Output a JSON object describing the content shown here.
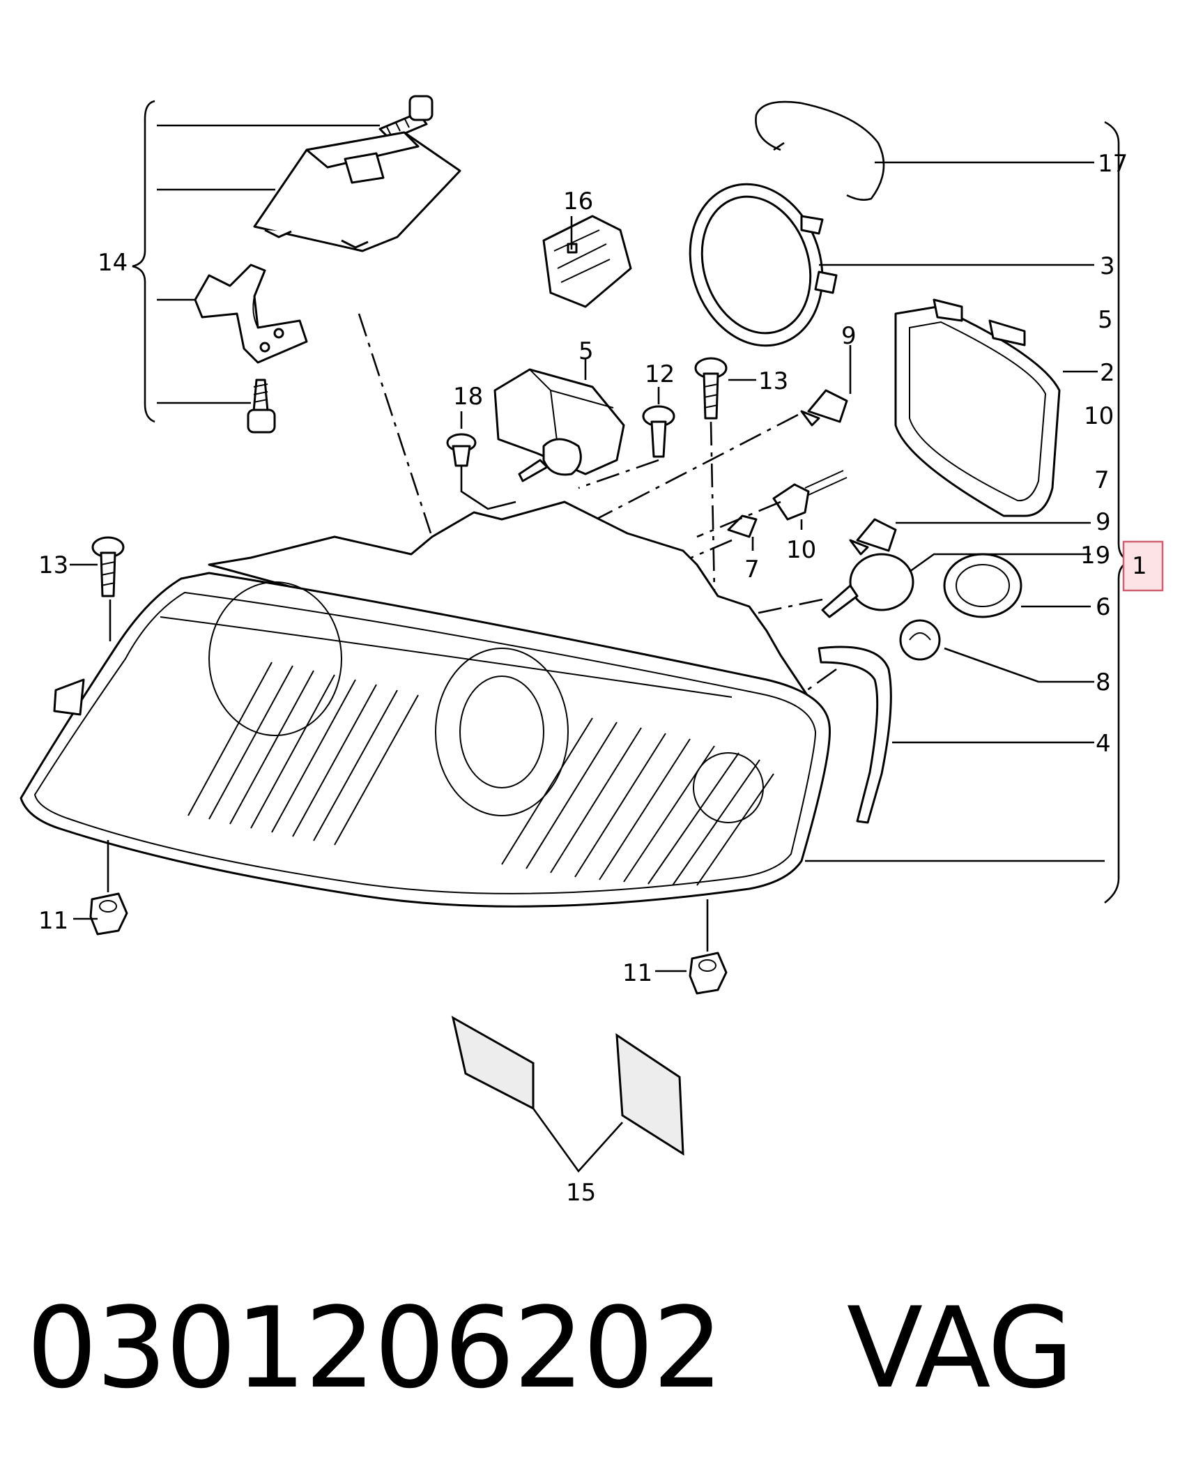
{
  "callouts": {
    "c1": "1",
    "c2": "2",
    "c3": "3",
    "c4": "4",
    "c5_top": "5",
    "c5_right": "5",
    "c6": "6",
    "c7_right": "7",
    "c7_mid": "7",
    "c8": "8",
    "c9_top": "9",
    "c9_right": "9",
    "c10_right": "10",
    "c10_mid": "10",
    "c11_left": "11",
    "c11_bottom": "11",
    "c12": "12",
    "c13_top": "13",
    "c13_left": "13",
    "c14": "14",
    "c15": "15",
    "c16": "16",
    "c17": "17",
    "c18": "18",
    "c19": "19"
  },
  "footer": {
    "part_number": "0301206202",
    "brand": "VAG"
  }
}
